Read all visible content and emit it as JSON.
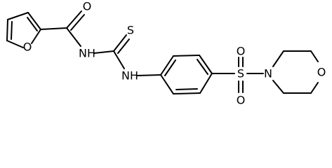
{
  "atoms": {
    "o_furan": "O",
    "o_carbonyl": "O",
    "n_amide": "NH",
    "s_thio": "S",
    "n_aniline": "NH",
    "s_sulfonyl": "S",
    "o_sulfonyl_top": "O",
    "o_sulfonyl_bottom": "O",
    "n_morpholine": "N",
    "o_morpholine": "O"
  }
}
